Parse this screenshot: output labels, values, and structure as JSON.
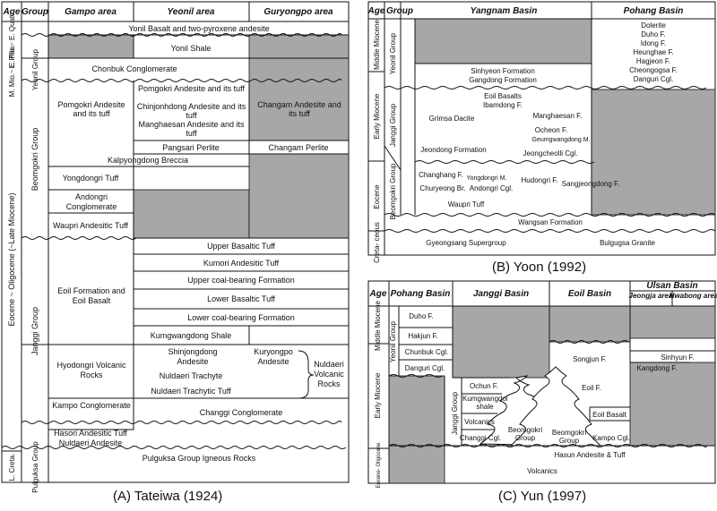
{
  "panel_a": {
    "caption": "(A) Tateiwa (1924)",
    "headers": {
      "age": "Age",
      "group": "Group",
      "col1": "Gampo area",
      "col2": "Yeonil area",
      "col3": "Guryongpo area"
    },
    "ages": {
      "plio_quat": "L. Plio.~ E. Quat.",
      "mio_plio": "M. Mio.~ E. Plio.",
      "eocene": "Eocene ~ Oligocene (~Late Miocene)",
      "creta": "L. Creta."
    },
    "groups": {
      "yeonil": "Yeonil Group",
      "beomgokri": "Beomgokri Group",
      "janggi": "Janggi Group",
      "pulguksa": "Pulguksa Group"
    },
    "units": {
      "yonil_basalt": "Yonil Basalt and two-pyroxene andesite",
      "yonil_shale": "Yonil Shale",
      "chonbuk": "Chonbuk Conglomerate",
      "pomgokri_gampo": "Pomgokri Andesite and its tuff",
      "pomgokri_yeonil": "Pomgokri Andesite and its tuff",
      "chinjonhdong": "Chinjonhdong Andesite and its tuff",
      "manghaesan": "Manghaesan Andesite and its tuff",
      "changam": "Changam Andesite and its tuff",
      "pangsari": "Pangsari Perlite",
      "changam_perlite": "Changam Perlite",
      "kalpyongdong": "Kalpyongdong Breccia",
      "yongdongri": "Yongdongri Tuff",
      "andongri": "Andongri Conglomerate",
      "waupri": "Waupri Andesitic Tuff",
      "upper_basaltic": "Upper Basaltic Tuff",
      "kumori": "Kumori Andesitic Tuff",
      "upper_coal": "Upper coal-bearing Formation",
      "lower_basaltic": "Lower Basaltic Tuff",
      "lower_coal": "Lower coal-bearing Formation",
      "eoil": "Eoil Formation and Eoil Basalt",
      "kumgwangdong": "Kumgwangdong Shale",
      "hyodongri": "Hyodongri Volcanic Rocks",
      "shinjongdong": "Shinjongdong Andesite",
      "kuryongpo": "Kuryongpo Andesite",
      "nuldaeri_trachyte": "Nuldaeri Trachyte",
      "nuldaeri_trachytic": "Nuldaeri Trachytic Tuff",
      "nuldaeri_volcanic": "Nuldaeri Volcanic Rocks",
      "kampo": "Kampo Conglomerate",
      "changgi": "Changgi Conglomerate",
      "hasori": "Hasori Andesitic Tuff",
      "nuldaeri_andesite": "Nuldaeri Andesite",
      "pulguksa_igneous": "Pulguksa Group Igneous Rocks"
    }
  },
  "panel_b": {
    "caption": "(B) Yoon (1992)",
    "headers": {
      "age": "Age",
      "group": "Group",
      "col1": "Yangnam Basin",
      "col2": "Pohang Basin"
    },
    "ages": {
      "middle_miocene": "Middle Miocene",
      "early_miocene": "Early Miocene",
      "eocene": "Eocene",
      "cretaceous": "Creta- ceous"
    },
    "groups": {
      "yeonil": "Yeonil Group",
      "janggi": "Janggi Group",
      "beomgokri": "Beomgokri Group"
    },
    "units": {
      "dolerite": "Dolerite",
      "duho": "Duho F.",
      "idong": "Idong F.",
      "heunghae": "Heunghae F.",
      "hagjeon": "Hagjeon F.",
      "cheongogsa": "Cheongogsa F.",
      "danguri": "Danguri Cgl.",
      "sinhyeon": "Sinhyeon Formation",
      "gangdong": "Gangdong Formation",
      "eoil_basalts": "Eoil Basalts",
      "ibamdong": "Ibamdong F.",
      "grimsa": "Grimsa Dacite",
      "manghaesan": "Manghaesan F.",
      "ocheon": "Ocheon F.",
      "geumgwangdong": "Geumgwangdong M.",
      "jeondong": "Jeondong Formation",
      "jeongcheolli": "Jeongcheolli Cgl.",
      "changhang": "Changhang F.",
      "yongdongri": "Yongdongri M.",
      "hudongri": "Hudongri F.",
      "sangjeongdong": "Sangjeongdong F.",
      "churyeong": "Churyeong Br.",
      "andongri": "Andongri Cgl.",
      "waupri": "Waupri Tuff",
      "wangsan": "Wangsan Formation",
      "gyeongsang": "Gyeongsang Supergroup",
      "bulgugsa": "Bulgugsa Granite"
    }
  },
  "panel_c": {
    "caption": "(C) Yun (1997)",
    "headers": {
      "age": "Age",
      "col1": "Pohang Basin",
      "col2": "Janggi Basin",
      "col3": "Eoil Basin",
      "col4": "Ulsan Basin",
      "col4a": "Jeongja area",
      "col4b": "Hwabong area"
    },
    "ages": {
      "middle_miocene": "Middle Miocene",
      "early_miocene": "Early Miocene",
      "eocene": "Eocene- Oligocene"
    },
    "groups": {
      "yeonil": "Yeonil Group",
      "janggi": "Janggi Group"
    },
    "units": {
      "duho": "Duho F.",
      "hakjun": "Hakjun F.",
      "chunbuk": "Chunbuk Cgl.",
      "danguri": "Danguri Cgl.",
      "songjun": "Songjun F.",
      "sinhyun": "Sinhyun F.",
      "kangdong": "Kangdong F.",
      "ochun": "Ochun F.",
      "kumgwangdong": "Kumgwangdong shale",
      "volcanics_janggi": "Volcanics",
      "changgi": "Changgi Cgl.",
      "eoil": "Eoil F.",
      "eoil_basalt": "Eoil Basalt",
      "beomgokri_janggi": "Beomgokri Group",
      "beomgokri_eoil": "Beomgokri Group",
      "kampo": "Kampo Cgl.",
      "hasun": "Hasun Andesite & Tuff",
      "volcanics_base": "Volcanics"
    }
  }
}
